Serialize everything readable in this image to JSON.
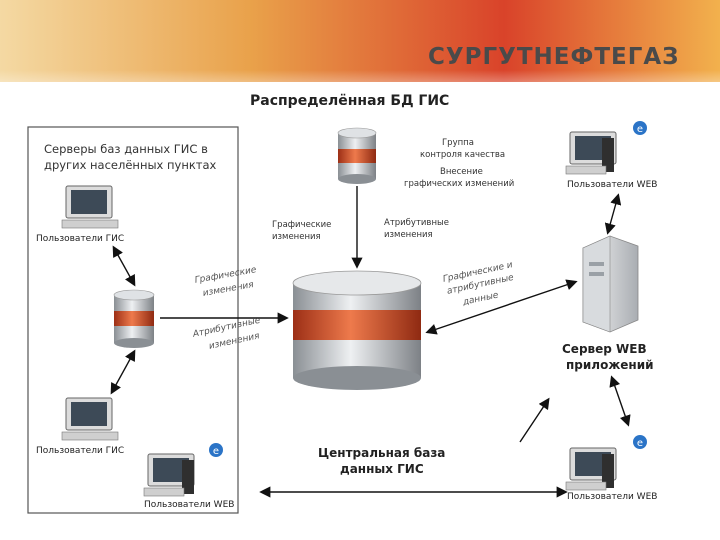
{
  "header": {
    "logo_text": "СУРГУТНЕФТЕГАЗ"
  },
  "title": "Распределённая БД ГИС",
  "regional_box": {
    "text_line1": "Серверы баз данных ГИС в",
    "text_line2": "других населённых пунктах"
  },
  "labels": {
    "qc_group_line1": "Группа",
    "qc_group_line2": "контроля качества",
    "graphic_input_line1": "Внесение",
    "graphic_input_line2": "графических изменений",
    "web_users_top": "Пользователи WEB",
    "graphic_changes_line1": "Графические",
    "graphic_changes_line2": "изменения",
    "attr_changes_line1": "Атрибутивные",
    "attr_changes_line2": "изменения",
    "gis_users_1": "Пользователи ГИС",
    "rot_graphic_line1": "Графические",
    "rot_graphic_line2": "изменения",
    "rot_attr_line1": "Атрибутивные",
    "rot_attr_line2": "изменения",
    "rot_data_line1": "Графические и",
    "rot_data_line2": "атрибутивные",
    "rot_data_line3": "данные",
    "web_server_line1": "Сервер WEB",
    "web_server_line2": "приложений",
    "gis_users_2": "Пользователи ГИС",
    "central_db_line1": "Центральная база",
    "central_db_line2": "данных ГИС",
    "web_users_bottom_left": "Пользователи WEB",
    "web_users_bottom_right": "Пользователи WEB"
  },
  "colors": {
    "db_red": "#c84a2a",
    "db_silver": "#c9cccf",
    "arrow": "#111111",
    "brand_grey": "#4a4a4a"
  }
}
